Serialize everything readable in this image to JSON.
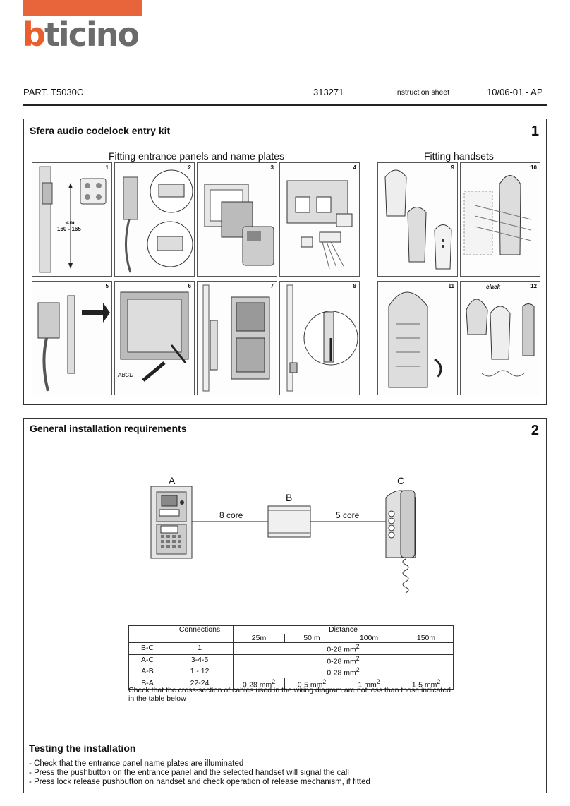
{
  "brand": {
    "name_initial": "b",
    "name_rest": "ticino",
    "bar_color": "#e8643a",
    "text_color": "#6b6b6b"
  },
  "header": {
    "part": "PART. T5030C",
    "code": "313271",
    "doc_type": "Instruction sheet",
    "revision": "10/06-01 - AP"
  },
  "section1": {
    "title": "Sfera audio codelock entry kit",
    "number": "1",
    "sub_left": "Fitting entrance panels and name plates",
    "sub_right": "Fitting handsets",
    "figures": [
      "1",
      "2",
      "3",
      "4",
      "9",
      "10",
      "5",
      "6",
      "7",
      "8",
      "11",
      "12"
    ],
    "fig1_label_unit": "cm",
    "fig1_label_range": "160 - 165",
    "fig6_label": "ABCD",
    "fig12_label": "clack"
  },
  "section2": {
    "title": "General installation requirements",
    "number": "2",
    "diagram": {
      "label_a": "A",
      "label_b": "B",
      "label_c": "C",
      "wire_ab": "8 core",
      "wire_bc": "5 core"
    },
    "table": {
      "h_connections": "Connections",
      "h_distance": "Distance",
      "distances": [
        "25m",
        "50 m",
        "100m",
        "150m"
      ],
      "rows": [
        {
          "pair": "B-C",
          "conn": "1",
          "all": "0-28 mm",
          "sup": "2"
        },
        {
          "pair": "A-C",
          "conn": "3-4-5",
          "all": "0-28 mm",
          "sup": "2"
        },
        {
          "pair": "A-B",
          "conn": "1 - 12",
          "all": "0-28 mm",
          "sup": "2"
        }
      ],
      "row_ba": {
        "pair": "B-A",
        "conn": "22-24",
        "d1": "0-28 mm",
        "d2": "0-5 mm",
        "d3": "1 mm",
        "d4": "1-5 mm",
        "sup": "2"
      }
    },
    "note": "Check that the cross-section of cables used in the wiring diagram are not less than those indicated in the table below",
    "testing_title": "Testing the installation",
    "testing_lines": [
      "- Check that the entrance panel name plates are illuminated",
      "- Press the pushbutton on the entrance panel and the selected handset will signal the call",
      "- Press lock release pushbutton on handset and check operation of release mechanism, if fitted"
    ]
  }
}
